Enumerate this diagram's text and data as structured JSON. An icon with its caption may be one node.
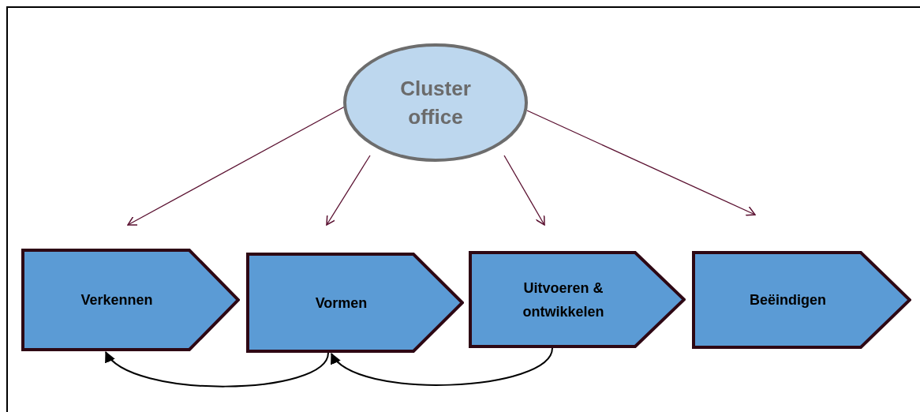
{
  "diagram": {
    "nodes": [
      {
        "text": [
          "Cluster office"
        ]
      },
      {
        "text": [
          "Verkennen"
        ]
      },
      {
        "text": [
          "Vormen"
        ]
      },
      {
        "text": [
          "Uitvoeren & ontwikkelen"
        ]
      },
      {
        "text": [
          "Beëindigen"
        ]
      }
    ],
    "edges": [
      {
        "from": 0,
        "to": 1,
        "arrow": "to"
      },
      {
        "from": 0,
        "to": 2,
        "arrow": "to"
      },
      {
        "from": 0,
        "to": 3,
        "arrow": "to"
      },
      {
        "from": 0,
        "to": 4,
        "arrow": "to"
      },
      {
        "from": 3,
        "to": 2,
        "arrow": "to",
        "color": "#000000"
      },
      {
        "from": 2,
        "to": 1,
        "arrow": "to",
        "color": "#000000"
      }
    ]
  }
}
